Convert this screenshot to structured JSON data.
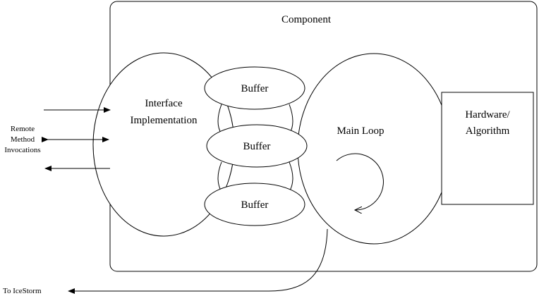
{
  "diagram": {
    "container_title": "Component",
    "interface": {
      "line1": "Interface",
      "line2": "Implementation"
    },
    "buffers": [
      "Buffer",
      "Buffer",
      "Buffer"
    ],
    "main_loop": "Main Loop",
    "hardware": {
      "line1": "Hardware/",
      "line2": "Algorithm"
    },
    "remote": {
      "line1": "Remote",
      "line2": "Method",
      "line3": "Invocations"
    },
    "icestorm": "To IceStorm"
  }
}
